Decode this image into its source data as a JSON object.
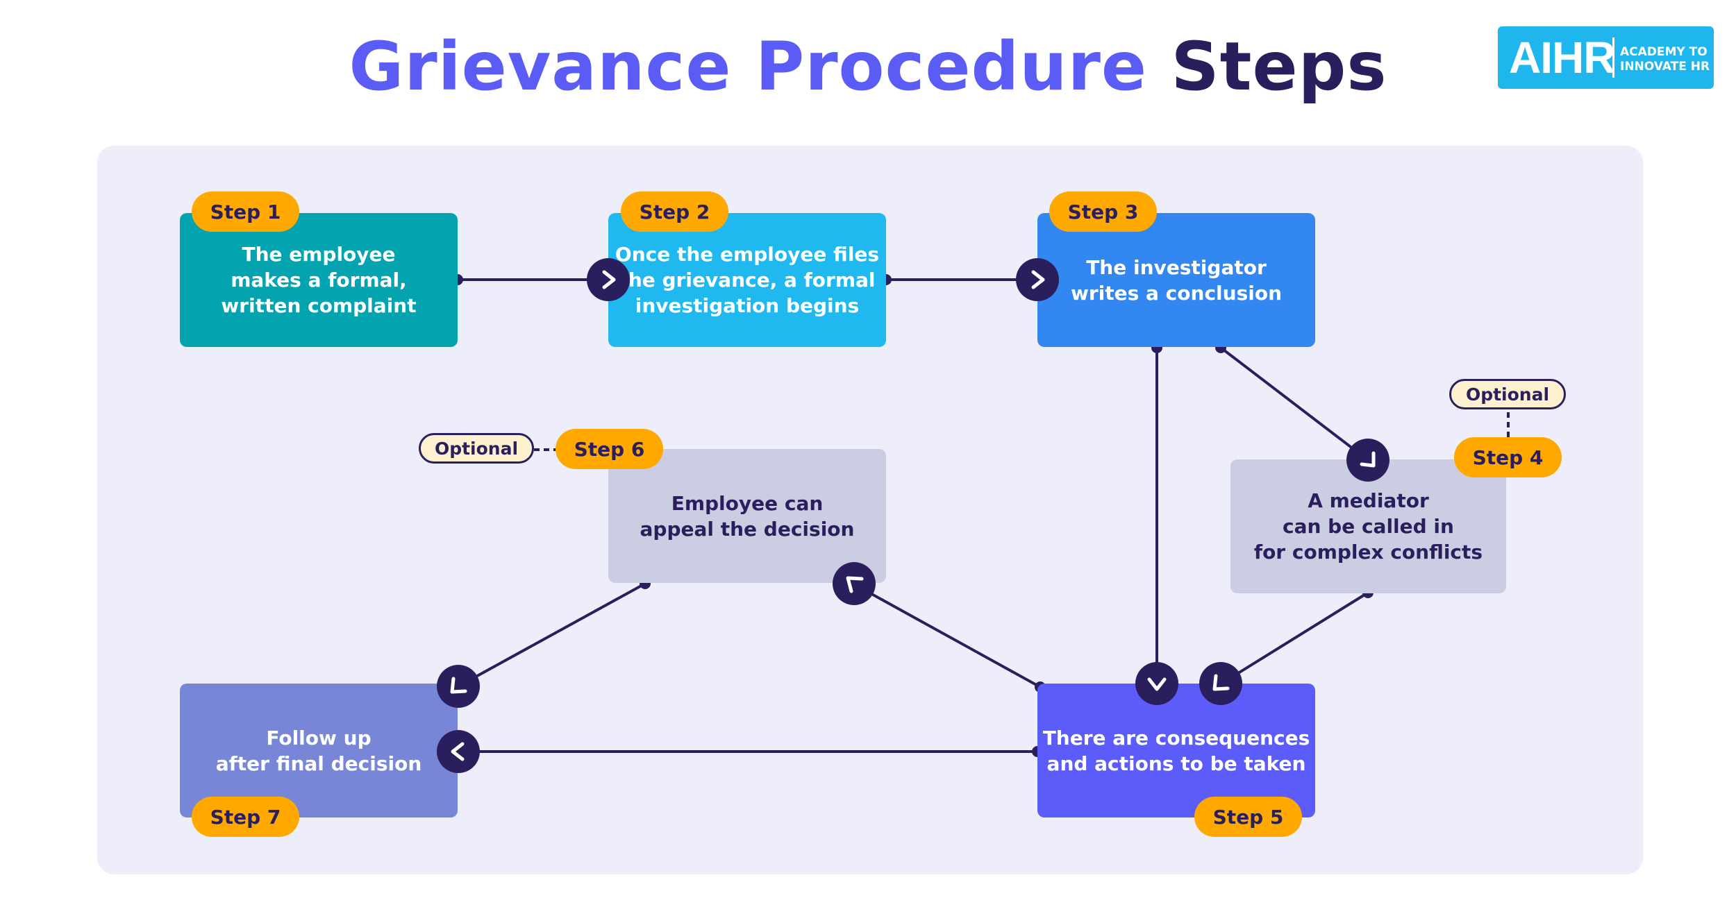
{
  "title": {
    "part1": "Grievance Procedure",
    "part2": "Steps"
  },
  "logo": {
    "mark": "AIHR",
    "line1": "ACADEMY TO",
    "line2": "INNOVATE HR"
  },
  "steps": [
    {
      "label": "Step 1",
      "text": "The employee\nmakes a formal,\nwritten complaint"
    },
    {
      "label": "Step 2",
      "text": "Once the employee files\nthe grievance, a formal\ninvestigation begins"
    },
    {
      "label": "Step 3",
      "text": "The investigator\nwrites a conclusion"
    },
    {
      "label": "Step 4",
      "text": "A mediator\ncan be called in\nfor complex conflicts"
    },
    {
      "label": "Step 5",
      "text": "There are consequences\nand actions to be taken"
    },
    {
      "label": "Step 6",
      "text": "Employee can\nappeal the decision"
    },
    {
      "label": "Step 7",
      "text": "Follow up\nafter final decision"
    }
  ],
  "optional_label": "Optional",
  "colors": {
    "step1": "#04a3b0",
    "step2": "#1fb8ef",
    "step3": "#3287f0",
    "step4": "#cbcde3",
    "step5": "#5c5cfb",
    "step6": "#cbcde3",
    "step7": "#7886d8",
    "pill": "#ffa800",
    "connector": "#2a1f5c"
  }
}
